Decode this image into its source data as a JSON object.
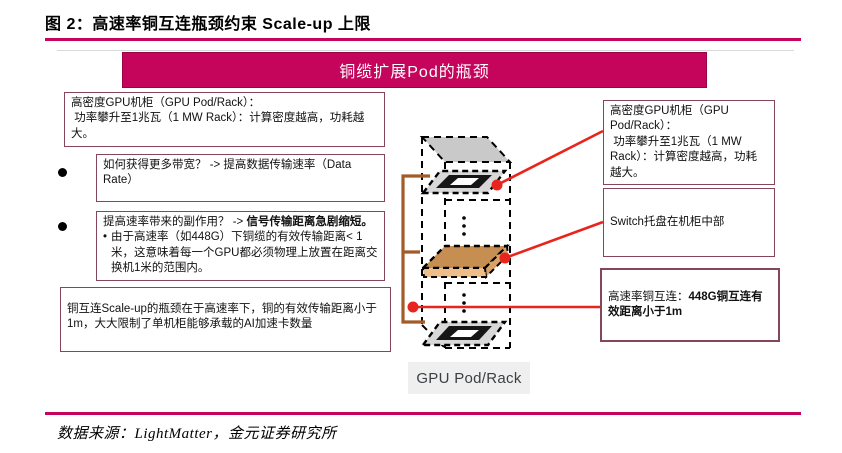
{
  "title": "图 2：高速率铜互连瓶颈约束 Scale-up 上限",
  "header": {
    "label": "铜缆扩展Pod的瓶颈"
  },
  "left_boxes": {
    "box1": {
      "line1": "高密度GPU机柜（GPU Pod/Rack）：",
      "line2": " 功率攀升至1兆瓦（1 MW Rack）：计算密度越高，功耗越大。"
    },
    "box2": {
      "text": "如何获得更多带宽？ -> 提高数据传输速率（Data Rate）"
    },
    "box3": {
      "lead": "提高速率带来的副作用？ -> ",
      "bold": "信号传输距离急剧缩短。",
      "sub_bullet": "•",
      "sub": "由于高速率（如448G）下铜缆的有效传输距离< 1米，这意味着每一个GPU都必须物理上放置在距离交换机1米的范围内。"
    },
    "box4": {
      "text": "铜互连Scale-up的瓶颈在于高速率下，铜的有效传输距离小于1m，大大限制了单机柜能够承载的AI加速卡数量"
    }
  },
  "right_boxes": {
    "box1": {
      "line1": "高密度GPU机柜（GPU Pod/Rack）：",
      "line2": " 功率攀升至1兆瓦（1 MW Rack）：计算密度越高，功耗越大。"
    },
    "box2": {
      "text": "Switch托盘在机柜中部"
    },
    "box3": {
      "lead": "高速率铜互连：",
      "bold": "448G铜互连有效距离小于1m"
    }
  },
  "diagram": {
    "rack_label": "GPU Pod/Rack"
  },
  "source": "数据来源：LightMatter，金元证券研究所",
  "colors": {
    "accent_magenta": "#C5045C",
    "callout_red": "#E8251D",
    "cable_brown": "#A35C28",
    "box_border": "#84465A",
    "tray_tan": "#C68E50",
    "rack_gray": "#C9C9C9"
  }
}
